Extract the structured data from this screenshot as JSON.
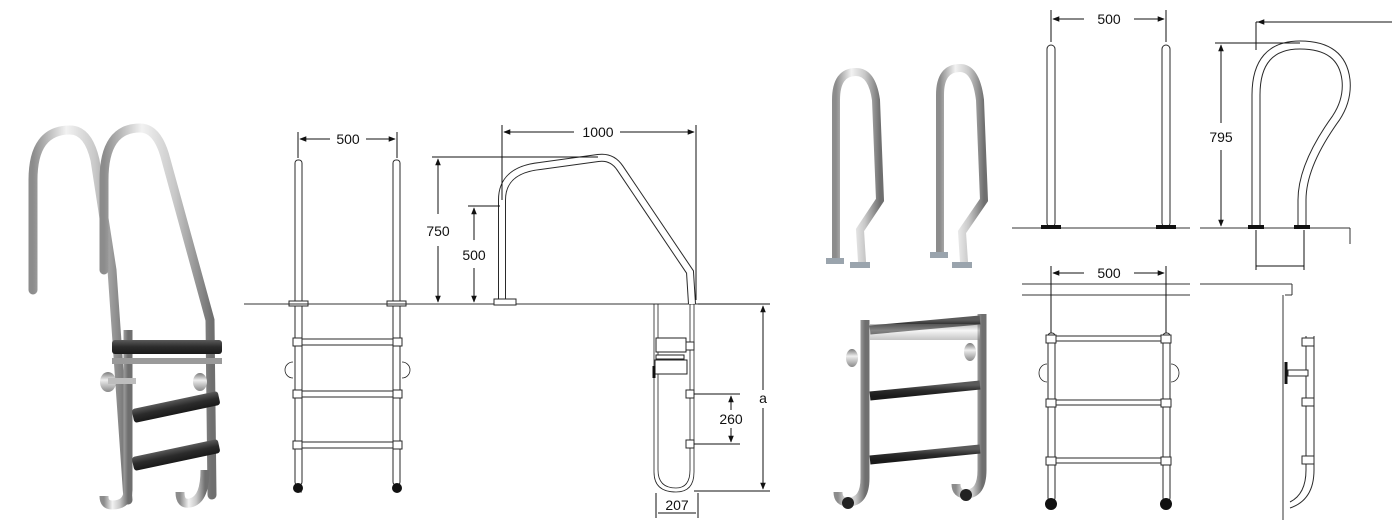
{
  "drawing_a": {
    "width_label": "500",
    "reach_label": "1000",
    "height_label": "750",
    "inner_height_label": "500",
    "depth_label": "a",
    "step_spacing_label": "260",
    "offset_label": "207"
  },
  "drawing_b": {
    "top_width_label": "500",
    "height_label": "795",
    "ladder_width_label": "500"
  }
}
